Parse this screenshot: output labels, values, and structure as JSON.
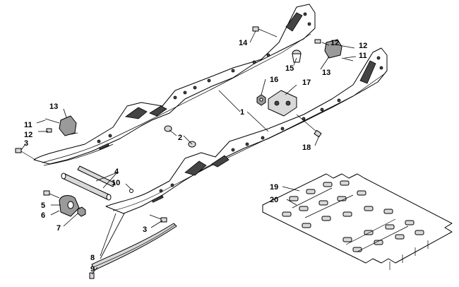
{
  "callouts": [
    {
      "id": "c14",
      "label": "14"
    },
    {
      "id": "c12a",
      "label": "12"
    },
    {
      "id": "c12b",
      "label": "12"
    },
    {
      "id": "c11a",
      "label": "11"
    },
    {
      "id": "c15",
      "label": "15"
    },
    {
      "id": "c13a",
      "label": "13"
    },
    {
      "id": "c16",
      "label": "16"
    },
    {
      "id": "c17",
      "label": "17"
    },
    {
      "id": "c1",
      "label": "1"
    },
    {
      "id": "c13b",
      "label": "13"
    },
    {
      "id": "c11b",
      "label": "11"
    },
    {
      "id": "c12c",
      "label": "12"
    },
    {
      "id": "c2",
      "label": "2"
    },
    {
      "id": "c3a",
      "label": "3"
    },
    {
      "id": "c18",
      "label": "18"
    },
    {
      "id": "c4",
      "label": "4"
    },
    {
      "id": "c10",
      "label": "10"
    },
    {
      "id": "c19",
      "label": "19"
    },
    {
      "id": "c20",
      "label": "20"
    },
    {
      "id": "c5",
      "label": "5"
    },
    {
      "id": "c6",
      "label": "6"
    },
    {
      "id": "c7",
      "label": "7"
    },
    {
      "id": "c3b",
      "label": "3"
    },
    {
      "id": "c8",
      "label": "8"
    },
    {
      "id": "c9",
      "label": "9"
    }
  ]
}
